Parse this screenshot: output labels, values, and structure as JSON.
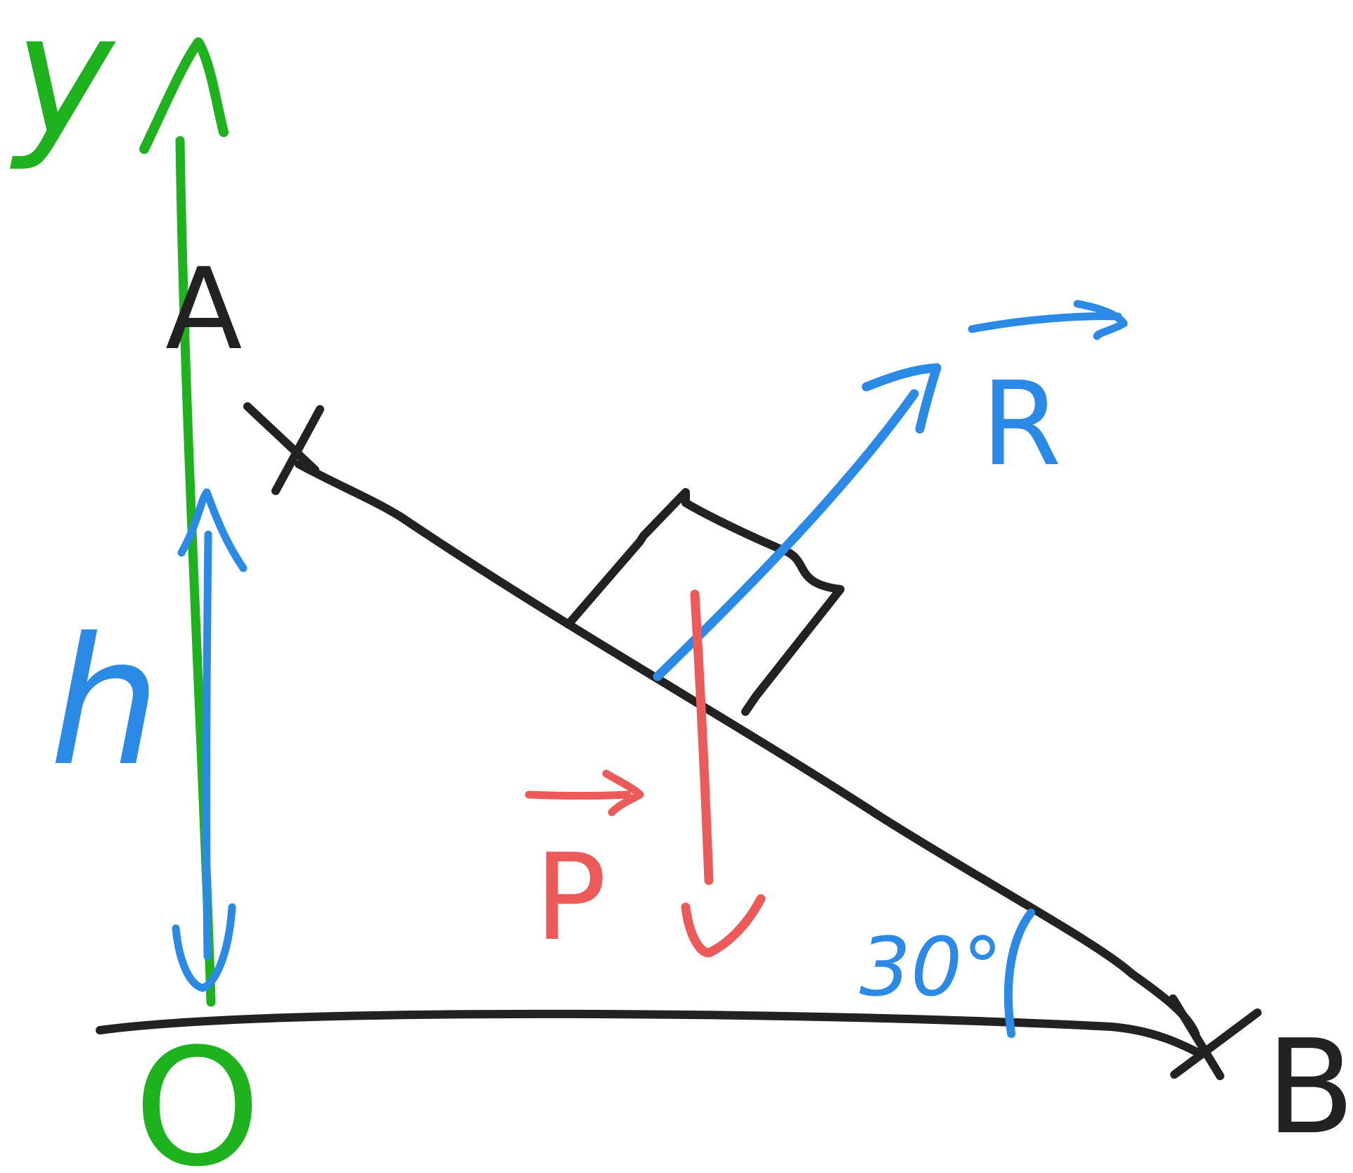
{
  "labels": {
    "y_axis": "y",
    "origin": "O",
    "point_a": "A",
    "point_b": "B",
    "height": "h",
    "force_r": "R",
    "force_p": "P",
    "angle": "30°"
  },
  "colors": {
    "ink": "#222222",
    "axis": "#1fb21f",
    "blue": "#2a8ae6",
    "red": "#ec5a5a"
  }
}
